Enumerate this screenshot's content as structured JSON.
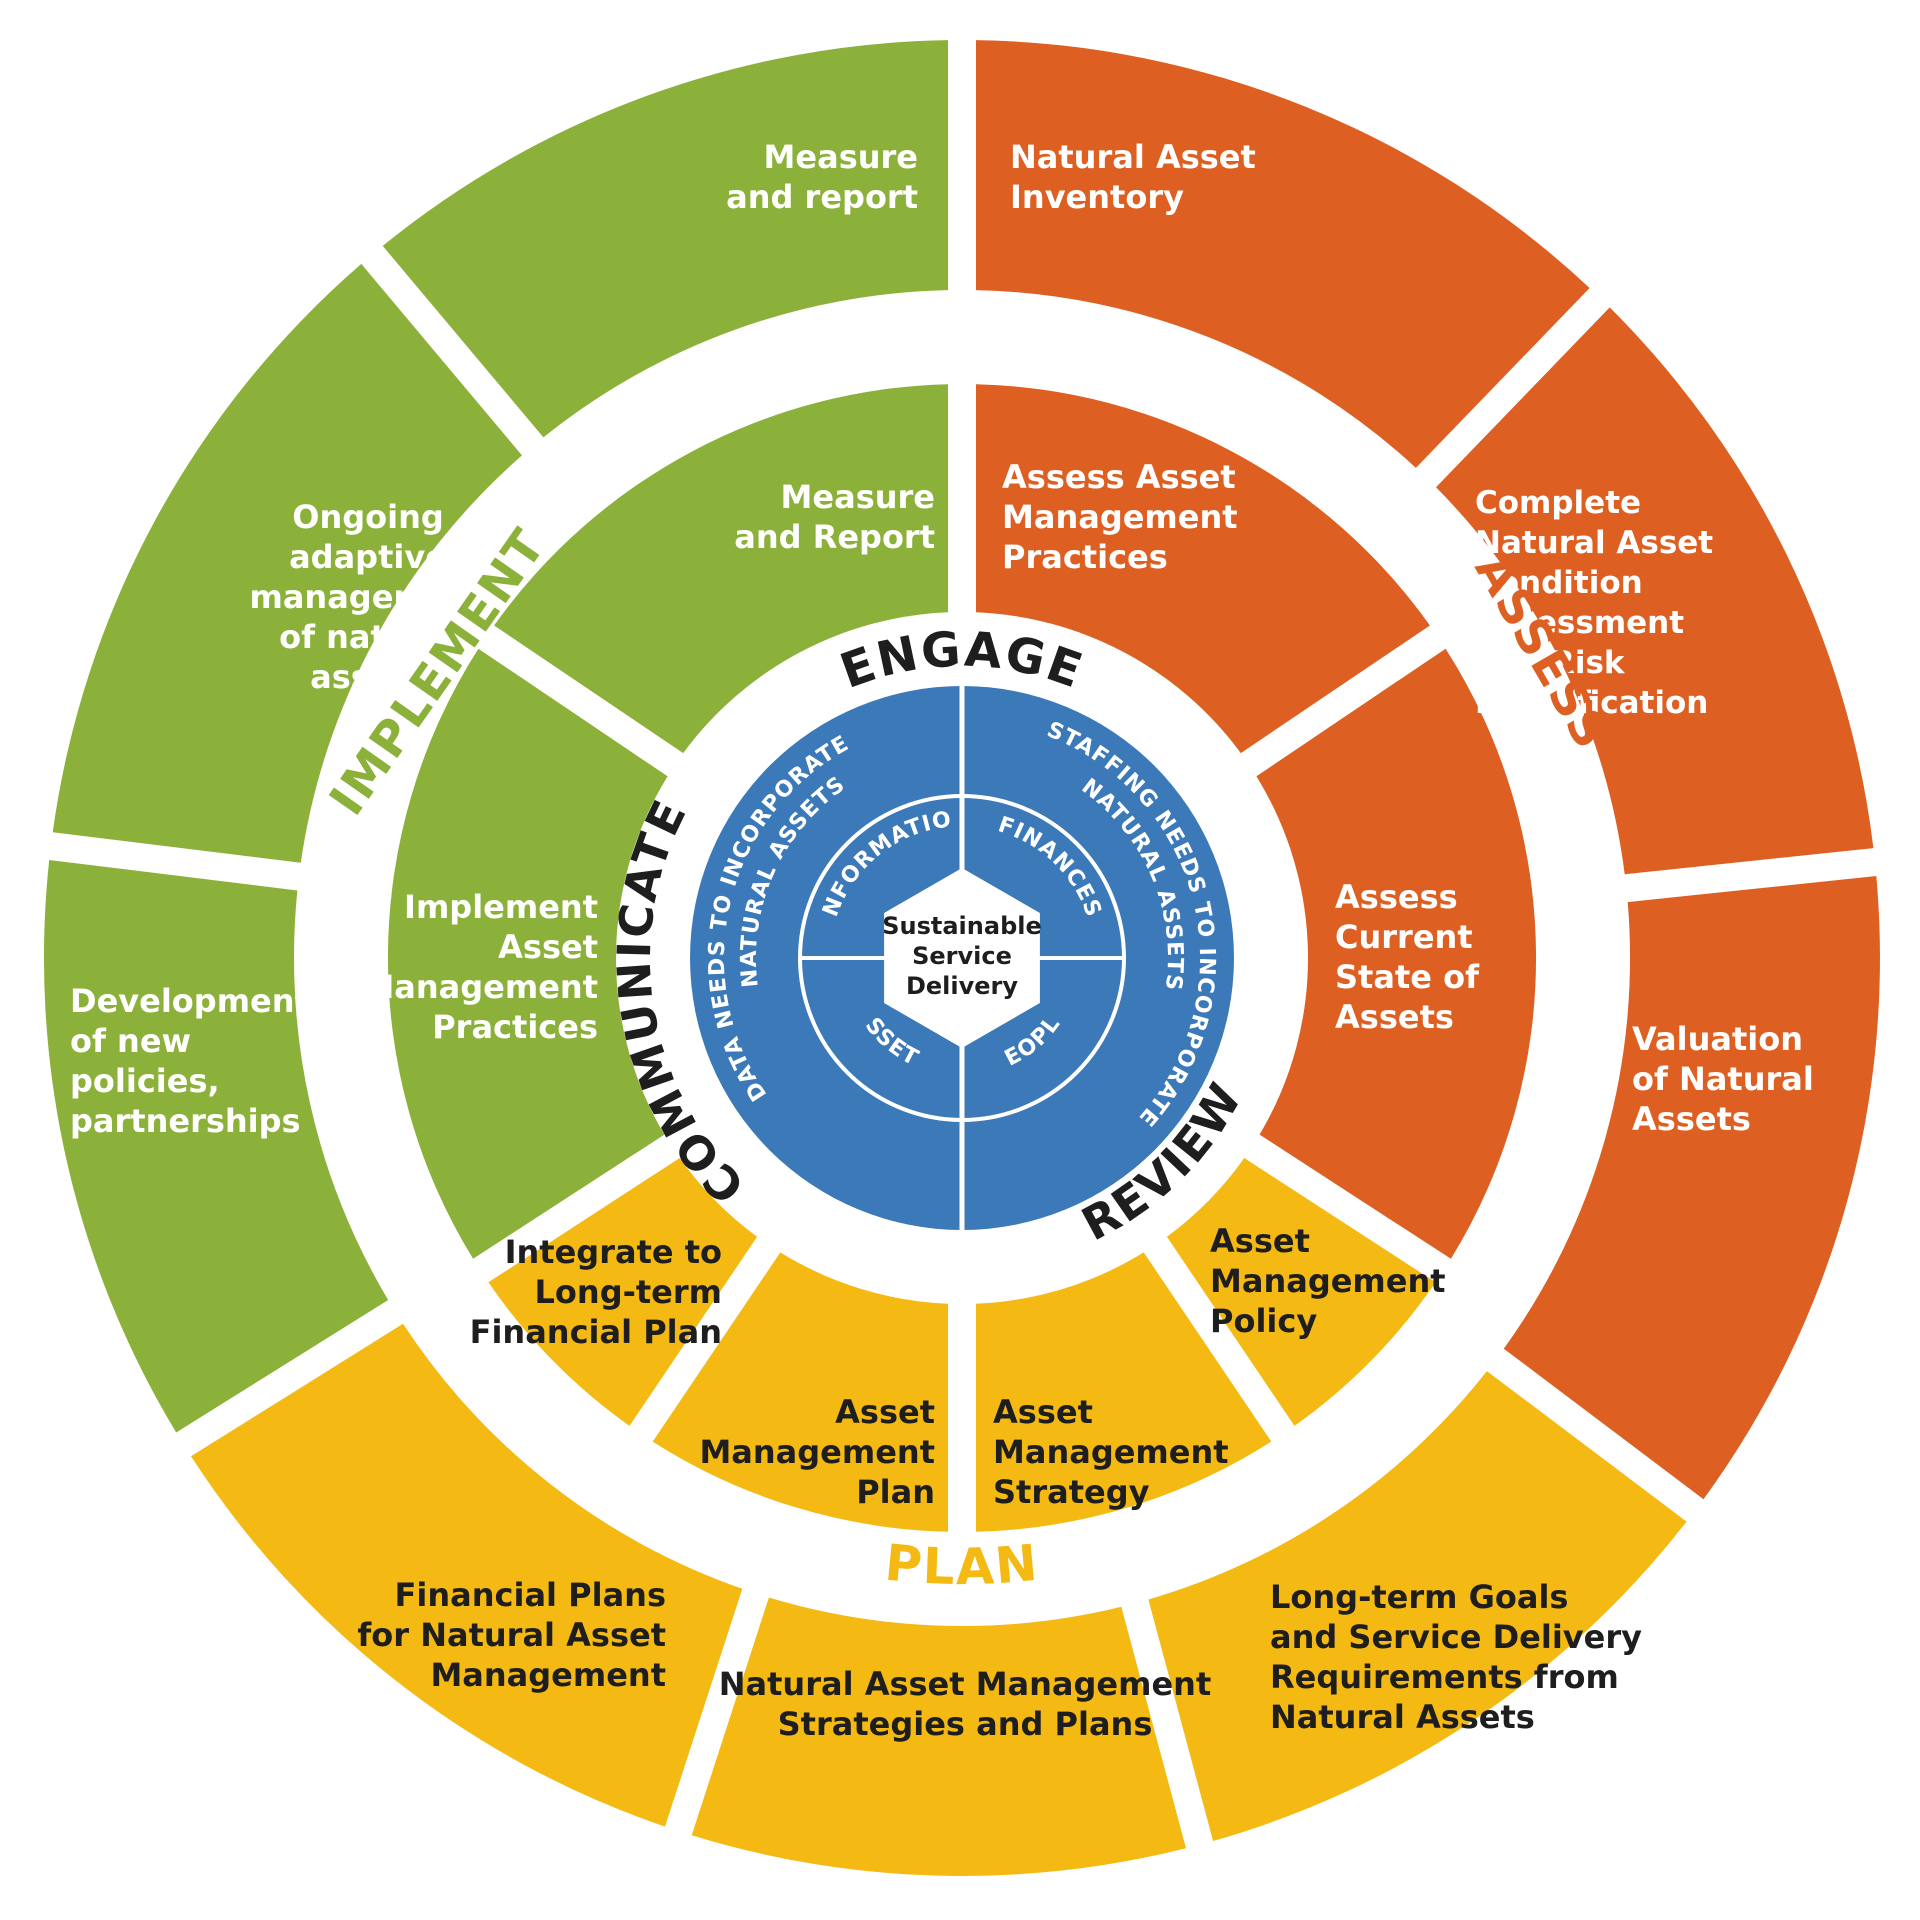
{
  "colors": {
    "green": "#8cb13a",
    "orange": "#dd5f22",
    "yellow": "#f4b913",
    "blue": "#3c79b8",
    "white": "#ffffff",
    "dark": "#1e1e1e"
  },
  "center": {
    "label": [
      "Sustainable",
      "Service",
      "Delivery"
    ]
  },
  "core": {
    "information": "INFORMATION",
    "finances": "FINANCES",
    "assets": "ASSETS",
    "people": "PEOPLE",
    "data_needs": "DATA NEEDS TO INCORPORATE NATURAL ASSETS",
    "staffing_needs": "STAFFING NEEDS TO INCORPORATE NATURAL ASSETS"
  },
  "ring_words": {
    "engage": "ENGAGE",
    "review": "REVIEW",
    "communicate": "COMMUNICATE"
  },
  "phases": {
    "implement": "IMPLEMENT",
    "assess": "ASSESS",
    "plan": "PLAN"
  },
  "inner_ring": {
    "measure": [
      "Measure",
      "and Report"
    ],
    "assess_practices": [
      "Assess Asset",
      "Management",
      "Practices"
    ],
    "current_state": [
      "Assess",
      "Current",
      "State of",
      "Assets"
    ],
    "policy": [
      "Asset",
      "Management",
      "Policy"
    ],
    "strategy": [
      "Asset",
      "Management",
      "Strategy"
    ],
    "amp": [
      "Asset",
      "Management",
      "Plan"
    ],
    "integrate": [
      "Integrate to",
      "Long-term",
      "Financial Plan"
    ],
    "implement_practices": [
      "Implement",
      "Asset",
      "Management",
      "Practices"
    ]
  },
  "outer_ring": {
    "measure": [
      "Measure",
      "and report"
    ],
    "inventory": [
      "Natural Asset",
      "Inventory"
    ],
    "condition": [
      "Complete",
      "Natural Asset",
      "Condition",
      "Assessment",
      "and Risk",
      "Identification"
    ],
    "valuation": [
      "Valuation",
      "of Natural",
      "Assets"
    ],
    "goals": [
      "Long-term Goals",
      "and Service Delivery",
      "Requirements from",
      "Natural Assets"
    ],
    "strategies": [
      "Natural Asset Management",
      "Strategies and Plans"
    ],
    "financial": [
      "Financial Plans",
      "for Natural Asset",
      "Management"
    ],
    "policies": [
      "Development",
      "of new",
      "policies,",
      "partnerships"
    ],
    "adaptive": [
      "Ongoing",
      "adaptive",
      "management",
      "of natural",
      "assets"
    ]
  }
}
